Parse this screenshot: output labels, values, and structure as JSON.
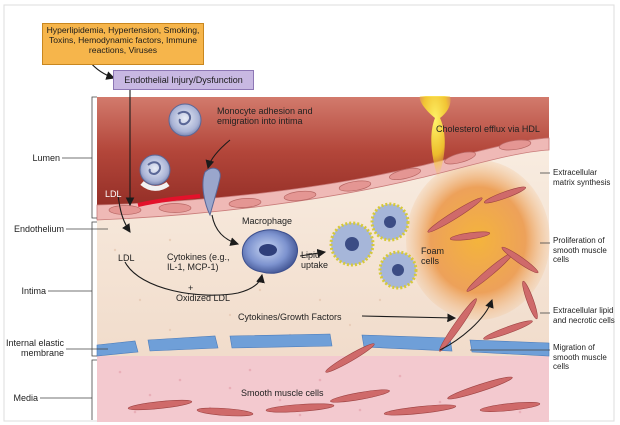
{
  "risk_factors": "Hyperlipidemia, Hypertension, Smoking, Toxins, Hemodynamic factors, Immune reactions, Viruses",
  "injury": "Endothelial Injury/Dysfunction",
  "layers": {
    "lumen": "Lumen",
    "endothelium": "Endothelium",
    "intima": "Intima",
    "iem": "Internal elastic membrane",
    "media": "Media"
  },
  "annotations": {
    "monocyte": "Monocyte adhesion and emigration into intima",
    "cholesterol": "Cholesterol efflux via HDL",
    "ldl_lumen": "LDL",
    "ldl_intima": "LDL",
    "macrophage": "Macrophage",
    "cytokines": "Cytokines (e.g., IL-1, MCP-1)",
    "plus": "+",
    "oxidized": "Oxidized LDL",
    "lipid_uptake": "Lipid uptake",
    "foam": "Foam cells",
    "growth": "Cytokines/Growth Factors",
    "smc": "Smooth muscle cells"
  },
  "right_labels": {
    "matrix": "Extracellular matrix synthesis",
    "proliferation": "Proliferation of smooth muscle cells",
    "lipid": "Extracellular lipid and necrotic cells",
    "migration": "Migration of smooth muscle cells"
  },
  "colors": {
    "lumen": "#a8352c",
    "endothelium": "#e7a3a3",
    "intima": "#f5e6d8",
    "iem": "#6f9fd8",
    "media": "#f3c9cf",
    "smc": "#cf6a6a",
    "macrophage": "#6f86c6",
    "orange_box": "#f6b54b",
    "purple_box": "#c8b8e2"
  }
}
